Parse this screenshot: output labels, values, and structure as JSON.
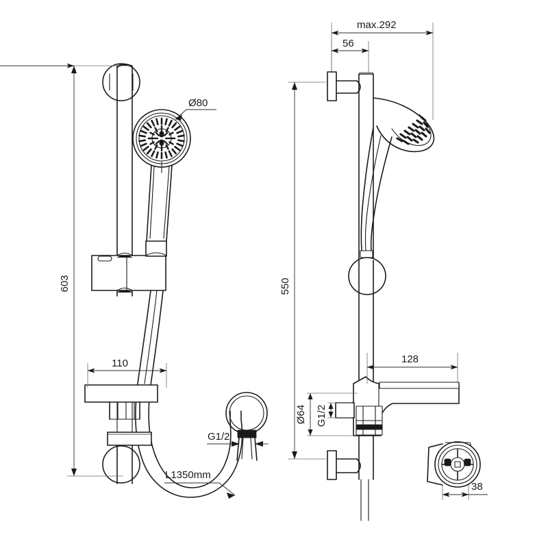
{
  "drawing": {
    "title": "Shower Rail Set Dimensional Drawing",
    "background_color": "#ffffff",
    "line_color": "#1a1a1a",
    "dimension_color": "#2b2b2b",
    "extension_line_color": "#6b6b6b",
    "units": "mm"
  },
  "views": {
    "front": {
      "name": "front-elevation-view",
      "dimensions": {
        "rail_height": "603",
        "bracket_projection": "110",
        "head_diameter": "Ø80",
        "hose_length": "L1350mm",
        "hose_thread": "G1/2"
      }
    },
    "side": {
      "name": "side-elevation-view",
      "dimensions": {
        "max_projection": "max.292",
        "wall_bracket_offset": "56",
        "rail_height": "550",
        "spout_projection": "128",
        "valve_body_diameter": "Ø64",
        "inlet_thread": "G1/2"
      }
    },
    "detail": {
      "name": "bracket-end-detail-view",
      "dimensions": {
        "bracket_width": "38"
      }
    }
  },
  "labels": {
    "head_diameter": "Ø80",
    "rail_height_front": "603",
    "bracket_projection": "110",
    "hose_thread_front": "G1/2",
    "hose_length": "L1350mm",
    "max_projection": "max.292",
    "wall_bracket_offset": "56",
    "rail_height_side": "550",
    "spout_projection": "128",
    "valve_diameter": "Ø64",
    "inlet_thread_side": "G1/2",
    "bracket_width_detail": "38"
  }
}
